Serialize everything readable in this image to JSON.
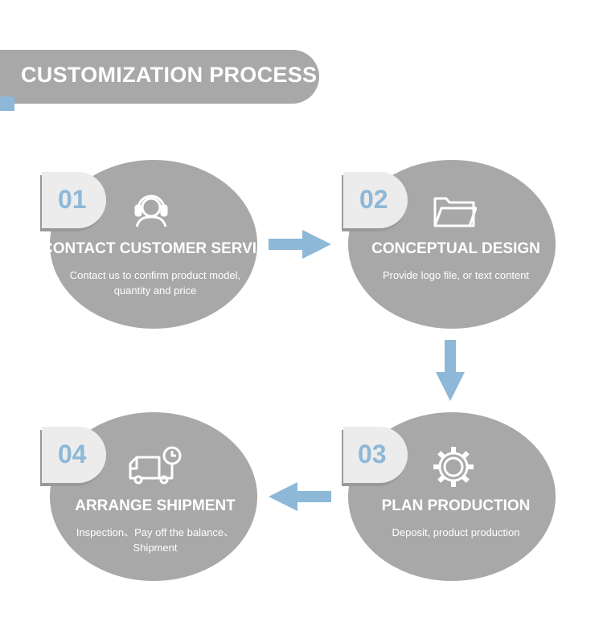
{
  "header": {
    "title": "CUSTOMIZATION PROCESS"
  },
  "steps": [
    {
      "number": "01",
      "title": "CONTACT CUSTOMER SERVICE",
      "description": [
        "Contact us to confirm product model,",
        "quantity and price"
      ],
      "icon": "headset-icon"
    },
    {
      "number": "02",
      "title": "CONCEPTUAL DESIGN",
      "description": [
        "Provide logo file, or text content"
      ],
      "icon": "folder-icon"
    },
    {
      "number": "03",
      "title": "PLAN PRODUCTION",
      "description": [
        "Deposit, product production"
      ],
      "icon": "gear-icon"
    },
    {
      "number": "04",
      "title": "ARRANGE SHIPMENT",
      "description": [
        "Inspection、Pay off the balance、",
        "Shipment"
      ],
      "icon": "delivery-truck-icon"
    }
  ],
  "colors": {
    "ellipse": "#a8a8a8",
    "accent": "#8db8d8",
    "badge": "#ececec",
    "text": "#ffffff"
  }
}
